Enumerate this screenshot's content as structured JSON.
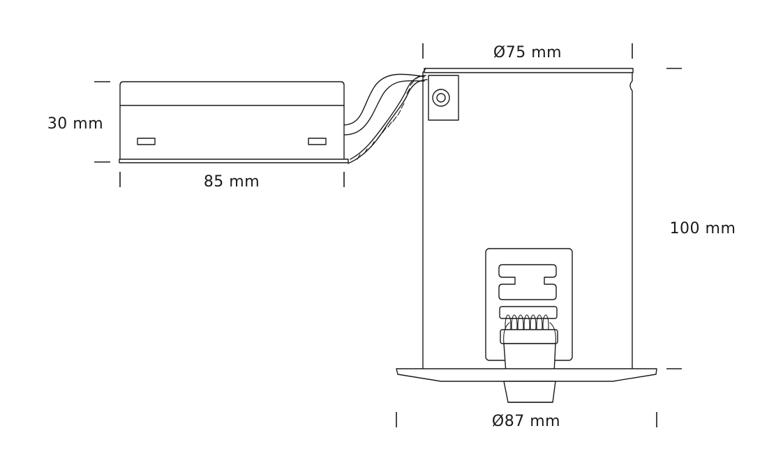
{
  "dimensions": {
    "driver_height": "30 mm",
    "driver_length": "85 mm",
    "body_diameter": "Ø75 mm",
    "body_height": "100 mm",
    "flange_diameter": "Ø87 mm"
  },
  "colors": {
    "line": "#1a1a1a",
    "background": "#ffffff"
  }
}
